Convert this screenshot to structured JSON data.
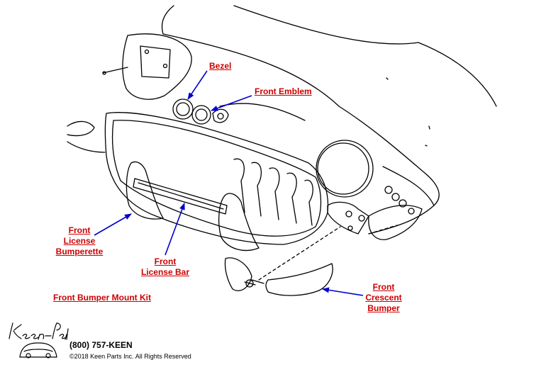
{
  "labels": {
    "bezel": "Bezel",
    "front_emblem": "Front Emblem",
    "front_license_bumperette": [
      "Front",
      "License",
      "Bumperette"
    ],
    "front_license_bar": [
      "Front",
      "License Bar"
    ],
    "front_bumper_mount_kit": "Front Bumper Mount Kit",
    "front_crescent_bumper": [
      "Front",
      "Crescent",
      "Bumper"
    ]
  },
  "footer": {
    "logo_text": "Keen Parts",
    "phone": "(800) 757-KEEN",
    "copyright": "©2018 Keen Parts Inc. All Rights Reserved"
  },
  "colors": {
    "label": "#cc0000",
    "arrow": "#0000cc",
    "line_art": "#000000"
  }
}
